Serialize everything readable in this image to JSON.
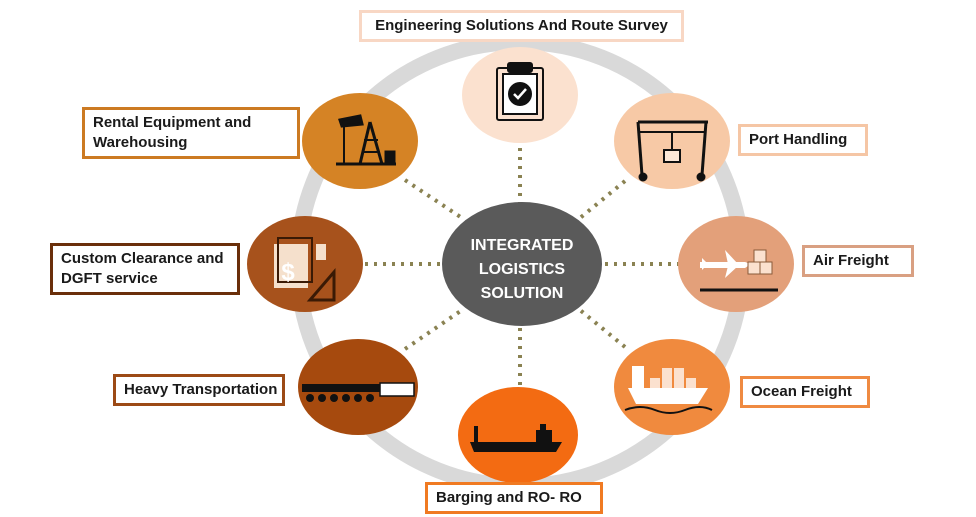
{
  "center": {
    "lines": [
      "INTEGRATED",
      "LOGISTICS",
      "SOLUTION"
    ]
  },
  "nodes": [
    {
      "id": "engineering",
      "label": "Engineering Solutions And Route Survey",
      "color": "#fbe1cf",
      "border": "#f8d7c4",
      "icon": "clipboard-check-icon"
    },
    {
      "id": "port",
      "label": "Port Handling",
      "color": "#f7c9a6",
      "border": "#f5c6a5",
      "icon": "gantry-crane-icon"
    },
    {
      "id": "air",
      "label": "Air Freight",
      "color": "#e3a07a",
      "border": "#d9a082",
      "icon": "airplane-cargo-icon"
    },
    {
      "id": "ocean",
      "label": "Ocean Freight",
      "color": "#f08a3e",
      "border": "#ef8a41",
      "icon": "cargo-ship-icon"
    },
    {
      "id": "barging",
      "label": "Barging and RO- RO",
      "color": "#f36b12",
      "border": "#f07a22",
      "icon": "barge-icon"
    },
    {
      "id": "heavy",
      "label": "Heavy Transportation",
      "color": "#a64a0e",
      "border": "#9c4a15",
      "icon": "heavy-truck-icon"
    },
    {
      "id": "custom",
      "label_lines": [
        "Custom Clearance and",
        "DGFT service"
      ],
      "color": "#a7521c",
      "border": "#6a2f0a",
      "icon": "customs-dollar-icon"
    },
    {
      "id": "rental",
      "label_lines": [
        "Rental Equipment and",
        "Warehousing"
      ],
      "color": "#d58325",
      "border": "#cc7a22",
      "icon": "oil-derrick-icon"
    }
  ]
}
